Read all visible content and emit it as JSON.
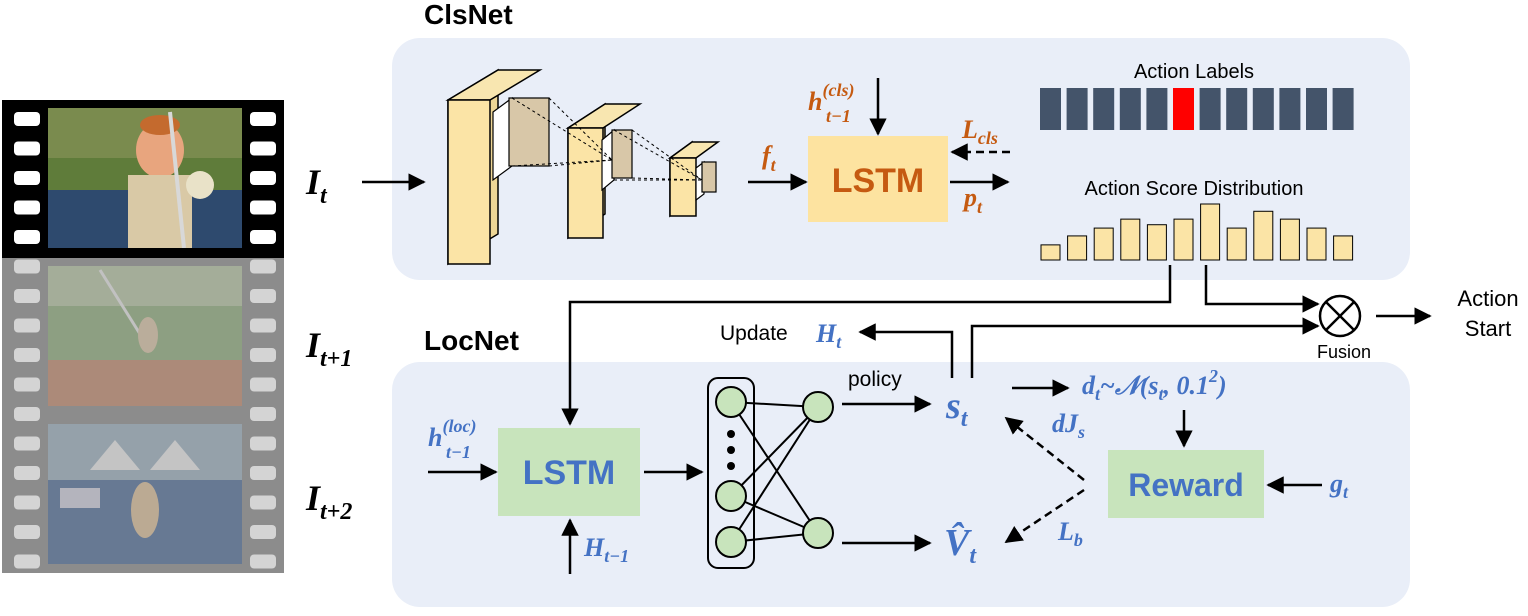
{
  "colors": {
    "panel": "#e9eef8",
    "cnn": "#fbe4a6",
    "lstm_cls": "#fde3a0",
    "lstm_cls_text": "#c55a11",
    "lstm_loc": "#c8e4bc",
    "loc_text": "#4472c4",
    "label_bar": "#44546a",
    "label_selected": "#ff0000",
    "node": "#c8e4bc"
  },
  "clsnet": {
    "title": "ClsNet",
    "lstm_label": "LSTM",
    "hidden_in": {
      "base": "h",
      "sup": "(cls)",
      "sub": "t−1"
    },
    "feature": {
      "base": "f",
      "sub": "t"
    },
    "loss": {
      "base": "L",
      "sub": "cls"
    },
    "output": {
      "base": "p",
      "sub": "t"
    },
    "action_labels_title": "Action Labels",
    "action_labels": {
      "count": 12,
      "selected_index": 5
    },
    "score_title": "Action Score Distribution",
    "score_values": [
      0.27,
      0.43,
      0.57,
      0.73,
      0.63,
      0.73,
      1.0,
      0.57,
      0.87,
      0.73,
      0.57,
      0.43
    ]
  },
  "locnet": {
    "title": "LocNet",
    "lstm_label": "LSTM",
    "hidden_in": {
      "base": "h",
      "sup": "(loc)",
      "sub": "t−1"
    },
    "history_in": {
      "base": "H",
      "sub": "t−1"
    },
    "policy_label": "policy",
    "update_label": "Update",
    "update_var": {
      "base": "H",
      "sub": "t"
    },
    "state": {
      "base": "s",
      "sub": "t"
    },
    "value": {
      "base": "V̂",
      "sub": "t"
    },
    "distribution": {
      "pre": "d",
      "pre_sub": "t",
      "text": "~𝒩(s",
      "text_sub": "t",
      "tail": ", 0.1",
      "sup": "2",
      "close": ")"
    },
    "grad_s": {
      "base": "dJ",
      "sub": "s"
    },
    "loss_b": {
      "base": "L",
      "sub": "b"
    },
    "reward_label": "Reward",
    "ground_truth": {
      "base": "g",
      "sub": "t"
    }
  },
  "frames": [
    {
      "base": "I",
      "sub": "t"
    },
    {
      "base": "I",
      "sub": "t+1"
    },
    {
      "base": "I",
      "sub": "t+2"
    }
  ],
  "fusion": {
    "symbol": "⊗",
    "label": "Fusion"
  },
  "output": {
    "line1": "Action",
    "line2": "Start"
  }
}
